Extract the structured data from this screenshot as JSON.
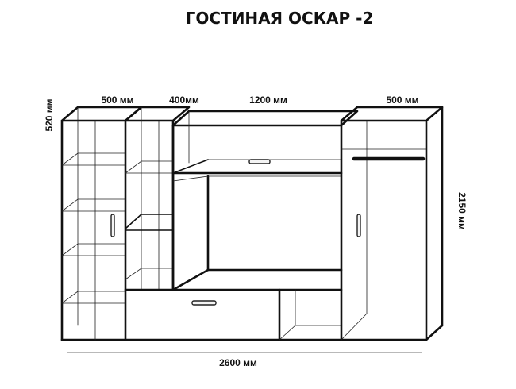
{
  "title": "ГОСТИНАЯ ОСКАР -2",
  "dimensions": {
    "depth": "520 мм",
    "section_1_width": "500 мм",
    "section_2_width": "400мм",
    "section_3_width": "1200 мм",
    "section_4_width": "500 мм",
    "height": "2150 мм",
    "total_width": "2600 мм"
  }
}
